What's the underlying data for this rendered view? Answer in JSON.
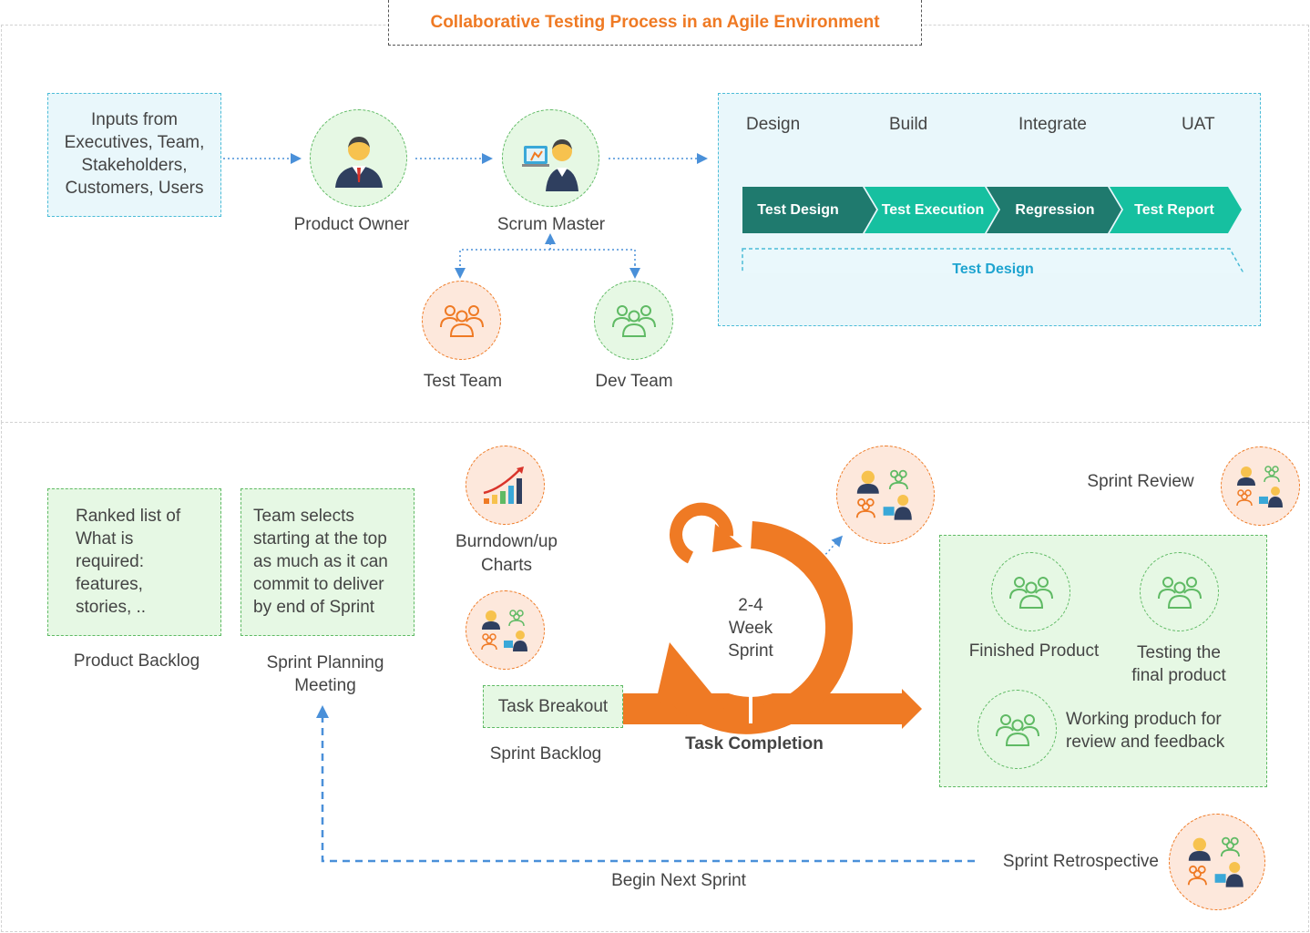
{
  "title": "Collaborative Testing Process in an Agile Environment",
  "top": {
    "inputs": [
      "Inputs from",
      "Executives, Team,",
      "Stakeholders,",
      "Customers, Users"
    ],
    "product_owner": "Product  Owner",
    "scrum_master": "Scrum Master",
    "test_team": "Test Team",
    "dev_team": "Dev Team",
    "stages": [
      "Design",
      "Build",
      "Integrate",
      "UAT"
    ],
    "chevrons": [
      "Test Design",
      "Test Execution",
      "Regression",
      "Test Report"
    ],
    "test_design_bar": "Test Design"
  },
  "bottom": {
    "product_backlog_text": [
      "Ranked list of",
      "What is",
      "required:",
      "features,",
      "stories, .."
    ],
    "product_backlog_label": "Product Backlog",
    "sprint_planning_text": [
      "Team selects",
      "starting at the top",
      "as much as it can",
      "commit to deliver",
      "by end of Sprint"
    ],
    "sprint_planning_label": [
      "Sprint Planning",
      "Meeting"
    ],
    "burndown_label": [
      "Burndown/up",
      "Charts"
    ],
    "task_breakout": "Task Breakout",
    "sprint_backlog": "Sprint Backlog",
    "sprint_cycle": [
      "2-4",
      "Week",
      "Sprint"
    ],
    "task_completion": "Task Completion",
    "sprint_review": "Sprint Review",
    "finished_product": "Finished Product",
    "testing_final": [
      "Testing the",
      "final product"
    ],
    "working_product": [
      "Working produch for",
      "review and feedback"
    ],
    "sprint_retrospective": "Sprint  Retrospective",
    "begin_next_sprint": "Begin Next Sprint"
  },
  "colors": {
    "orange": "#ef7a24",
    "green": "#5fba64",
    "teal_dark": "#1f7a6e",
    "teal_light": "#16c0a0",
    "blue": "#4a90d9"
  }
}
